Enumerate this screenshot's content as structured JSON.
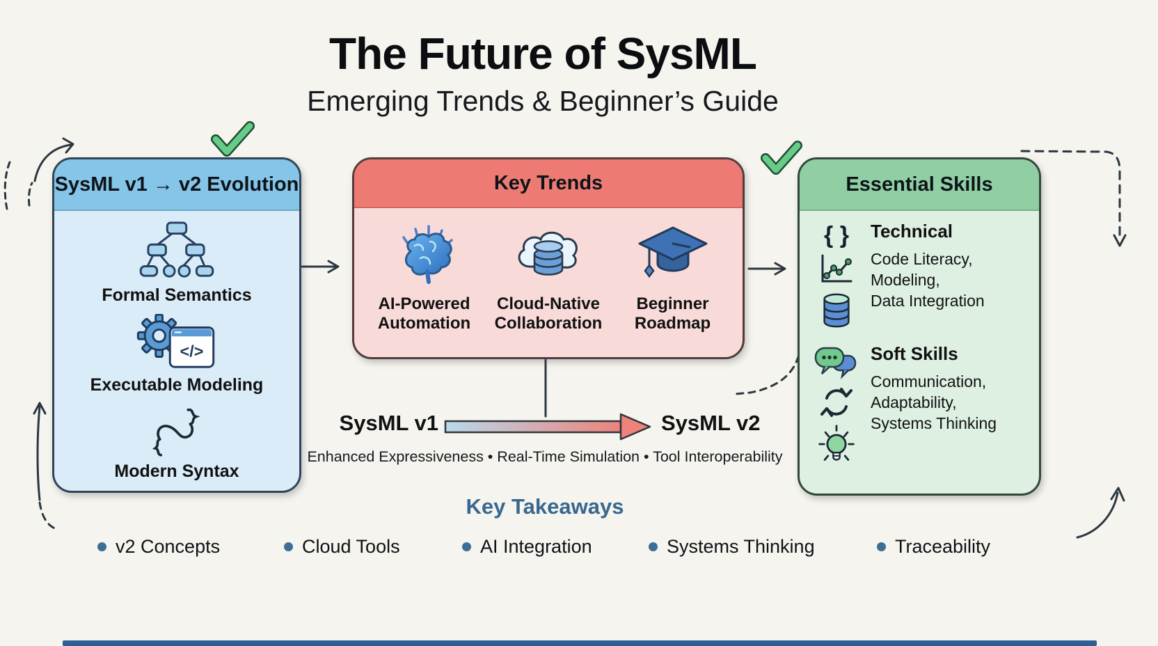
{
  "header": {
    "title": "The Future of SysML",
    "subtitle": "Emerging Trends & Beginner’s Guide"
  },
  "panels": {
    "evolution": {
      "title": "SysML v1 → v2 Evolution",
      "header_color": "#85c5e8",
      "body_color": "#d9ecf8",
      "items": [
        {
          "label": "Formal Semantics",
          "icon": "tree-diagram-icon"
        },
        {
          "label": "Executable Modeling",
          "icon": "gear-code-icon"
        },
        {
          "label": "Modern Syntax",
          "icon": "squiggle-icon"
        }
      ]
    },
    "trends": {
      "title": "Key Trends",
      "header_color": "#ee7b73",
      "body_color": "#f8dbd9",
      "items": [
        {
          "label": "AI-Powered Automation",
          "icon": "brain-icon"
        },
        {
          "label": "Cloud-Native Collaboration",
          "icon": "cloud-database-icon"
        },
        {
          "label": "Beginner Roadmap",
          "icon": "graduation-cap-icon"
        }
      ]
    },
    "skills": {
      "title": "Essential Skills",
      "header_color": "#90cfa3",
      "body_color": "#ddf0e2",
      "groups": [
        {
          "heading": "Technical",
          "text": "Code Literacy,\nModeling,\nData Integration",
          "icons": [
            "braces-icon",
            "line-chart-icon",
            "database-icon"
          ]
        },
        {
          "heading": "Soft Skills",
          "text": "Communication,\nAdaptability,\nSystems Thinking",
          "icons": [
            "speech-bubbles-icon",
            "cycle-arrows-icon",
            "lightbulb-icon"
          ]
        }
      ]
    }
  },
  "evolution_arrow": {
    "from_label": "SysML v1",
    "to_label": "SysML v2",
    "caption": "Enhanced Expressiveness • Real-Time Simulation • Tool Interoperability",
    "gradient_from": "#b9d9ec",
    "gradient_to": "#ec837b"
  },
  "takeaways": {
    "title": "Key Takeaways",
    "title_color": "#38688f",
    "bullet_color": "#3d6e96",
    "items": [
      "v2 Concepts",
      "Cloud Tools",
      "AI Integration",
      "Systems Thinking",
      "Traceability"
    ]
  },
  "decor": {
    "checkmark_color": "#66cc88",
    "arrow_color": "#2c3640",
    "bottom_bar_color": "#2e5e94"
  }
}
